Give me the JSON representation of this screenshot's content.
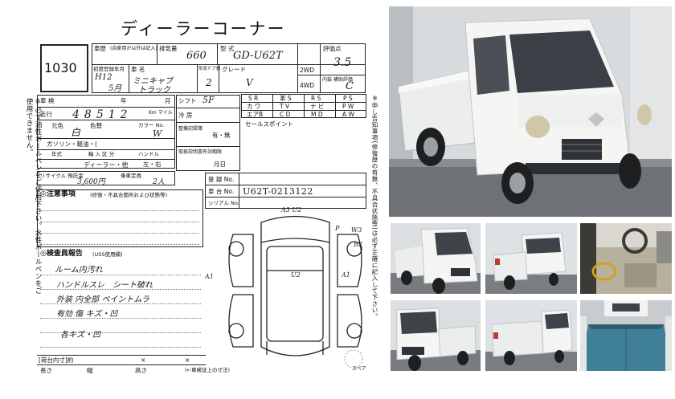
{
  "sheet": {
    "title": "ディーラーコーナー",
    "lot_number": "1030",
    "labels": {
      "model_year": "車歴",
      "model_year_note": "(自家用か以外は記入)",
      "displacement": "排気量",
      "model_code": "型 式",
      "score": "評価点",
      "first_reg": "初度登録年月",
      "car_name": "車 名",
      "doors": "形状ドア数",
      "grade": "グレード",
      "drive_2wd": "2WD",
      "drive_4wd": "4WD",
      "interior": "内装 補助評価",
      "inspection": "車 検",
      "year_unit": "年",
      "month_unit": "月",
      "mileage": "走行",
      "km_unit": "Km マイル",
      "color": "元色",
      "color_no": "色替",
      "color_code": "カラー No.",
      "fuel": "ガソリン・軽油・(",
      "import": "年式",
      "import_type": "輸 入 区 分",
      "handle": "ハンドル",
      "handle_value": "左・右",
      "recycle": "リサイクル 預託金",
      "capacity": "乗車定員",
      "shift": "シフト",
      "aircon": "冷 房",
      "maint_record": "整備記録簿",
      "maint_value": "有・無",
      "sales_point": "セールスポイント",
      "expiry": "取扱説明書有効期限",
      "expiry_unit": "月日",
      "registration": "登 録 No.",
      "chassis": "車 台 No.",
      "serial": "シリアル No.",
      "notes_title": "◎注意事項",
      "notes_sub": "(修復・不具合箇所および状態等)",
      "inspector_title": "◎検査員報告",
      "inspector_sub": "(USS使用欄)",
      "bottom_load": "[荷台内寸]約",
      "bottom_len": "長さ",
      "bottom_wid": "幅",
      "bottom_hgt": "高さ",
      "bottom_note": "(←車検証上の寸法)",
      "spare": "スペア",
      "left_vertical": "※必ず油性ボールペンをご使用下さい。水性ボールペンをご使用できません。",
      "right_vertical": "※申し告知事項(修復歴の有無、不具合状態等)は必ず正確に記入して下さい。"
    },
    "equipment": {
      "row1": [
        "S R",
        "革 S",
        "R S",
        "P S"
      ],
      "row2": [
        "カ ワ",
        "T V",
        "ナ ビ",
        "P W"
      ],
      "row3": [
        "エアB",
        "C D",
        "M D",
        "A W"
      ]
    },
    "handwritten": {
      "year": "H12",
      "month": "5月",
      "displacement": "660",
      "model_code": "GD-U62T",
      "score": "3.5",
      "car_name_1": "ミニキャブ",
      "car_name_2": "トラック",
      "doors": "2",
      "grade": "V",
      "interior": "C",
      "mileage": "48512",
      "color": "白",
      "color_no": "W",
      "import_value": "ディーラー・他",
      "shift": "5F",
      "recycle": "3,600円",
      "capacity": "2人",
      "chassis": "U62T-0213122",
      "notes_1": "ルーム内汚れ",
      "notes_2": "ハンドルスレ　シート破れ",
      "notes_3": "外装 内全部 ペイントムラ",
      "notes_4": "有効 傷 キズ・凹",
      "notes_5": "各キズ・凹",
      "diag_top": "A3 U2",
      "diag_a1_l": "A1",
      "diag_u2": "U2",
      "diag_a1_r": "A1",
      "diag_w3": "W3",
      "diag_p": "P",
      "diag_b2": "B2"
    }
  },
  "colors": {
    "truck_body": "#f4f5f3",
    "truck_shadow": "#c9ccc9",
    "floor_dark": "#5a5e62",
    "floor_light": "#8d8f8e",
    "wall": "#d9dcdf",
    "bed_blue": "#3f7f98"
  }
}
